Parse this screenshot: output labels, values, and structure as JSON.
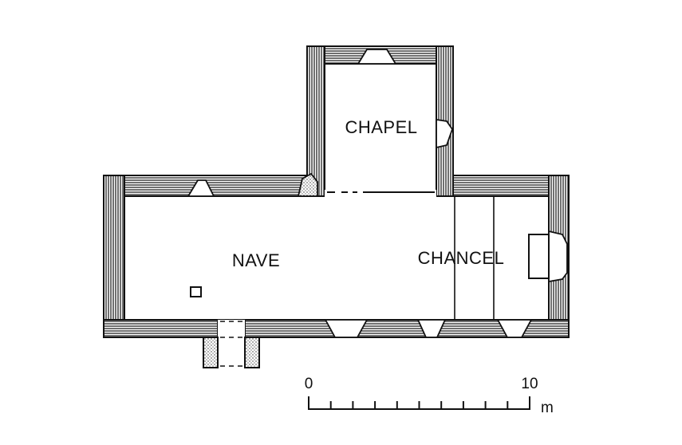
{
  "rooms": {
    "chapel": "CHAPEL",
    "nave": "NAVE",
    "chancel": "CHANCEL"
  },
  "scale_bar": {
    "start_label": "0",
    "end_label": "10",
    "unit_label": "m"
  },
  "colors": {
    "wall_hatch": "#222222",
    "background": "#ffffff"
  }
}
